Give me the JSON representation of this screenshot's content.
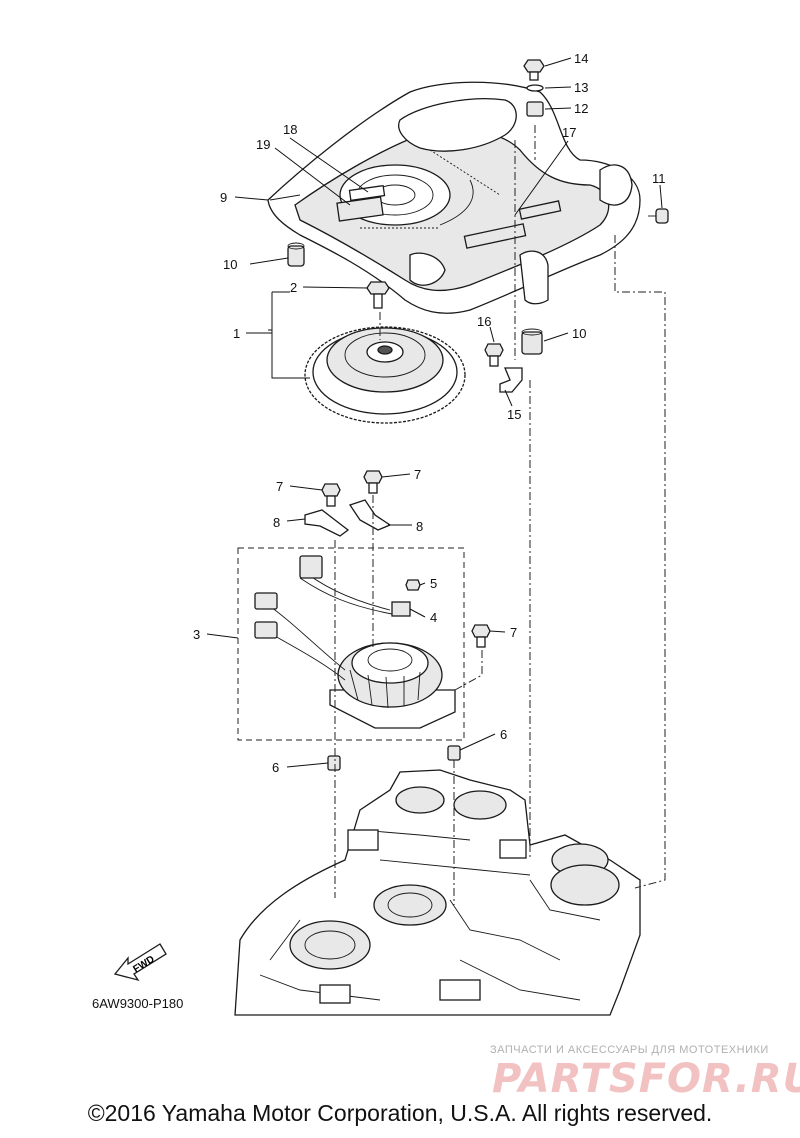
{
  "callouts": [
    {
      "id": "1",
      "label": "1"
    },
    {
      "id": "2",
      "label": "2"
    },
    {
      "id": "3",
      "label": "3"
    },
    {
      "id": "4",
      "label": "4"
    },
    {
      "id": "5",
      "label": "5"
    },
    {
      "id": "6a",
      "label": "6"
    },
    {
      "id": "6b",
      "label": "6"
    },
    {
      "id": "7a",
      "label": "7"
    },
    {
      "id": "7b",
      "label": "7"
    },
    {
      "id": "7c",
      "label": "7"
    },
    {
      "id": "8a",
      "label": "8"
    },
    {
      "id": "8b",
      "label": "8"
    },
    {
      "id": "9",
      "label": "9"
    },
    {
      "id": "10a",
      "label": "10"
    },
    {
      "id": "10b",
      "label": "10"
    },
    {
      "id": "11",
      "label": "11"
    },
    {
      "id": "12",
      "label": "12"
    },
    {
      "id": "13",
      "label": "13"
    },
    {
      "id": "14",
      "label": "14"
    },
    {
      "id": "15",
      "label": "15"
    },
    {
      "id": "16",
      "label": "16"
    },
    {
      "id": "17",
      "label": "17"
    },
    {
      "id": "18",
      "label": "18"
    },
    {
      "id": "19",
      "label": "19"
    }
  ],
  "fwd_label": "FWD",
  "part_code": "6AW9300-P180",
  "watermark": {
    "tagline": "ЗАПЧАСТИ И АКСЕССУАРЫ ДЛЯ МОТОТЕХНИКИ",
    "logo": "PARTSFOR.RU"
  },
  "copyright": "©2016 Yamaha Motor Corporation, U.S.A. All rights reserved."
}
